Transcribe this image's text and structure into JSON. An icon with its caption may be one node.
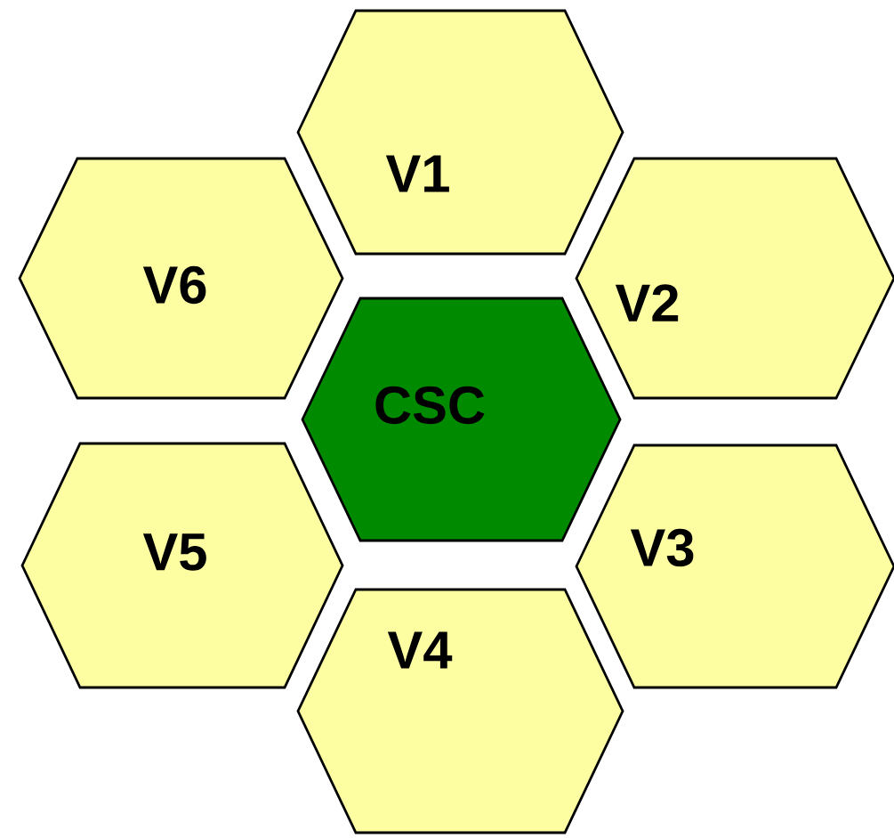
{
  "diagram": {
    "nodes": [
      {
        "text": [
          "V1"
        ]
      },
      {
        "text": [
          "V6"
        ]
      },
      {
        "text": [
          "V2"
        ]
      },
      {
        "text": [
          "CSC"
        ]
      },
      {
        "text": [
          "V5"
        ]
      },
      {
        "text": [
          "V3"
        ]
      },
      {
        "text": [
          "V4"
        ]
      }
    ]
  }
}
